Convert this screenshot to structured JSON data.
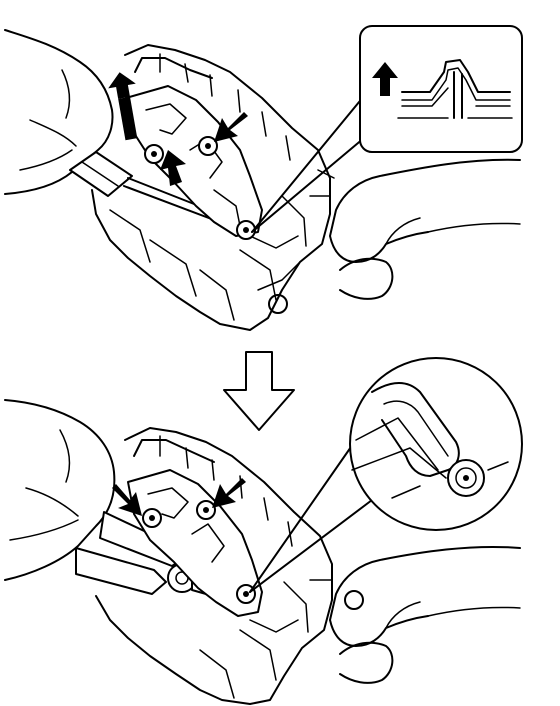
{
  "figure": {
    "panels": [
      {
        "id": "top",
        "pointer_arrows": 2,
        "lift_arrows": 2,
        "detail_callout": "cross-section-lift"
      },
      {
        "id": "bottom",
        "pointer_arrows": 2,
        "detail_callout": "rivet-head-close-up"
      }
    ],
    "step_arrow": "down-arrow-icon"
  }
}
